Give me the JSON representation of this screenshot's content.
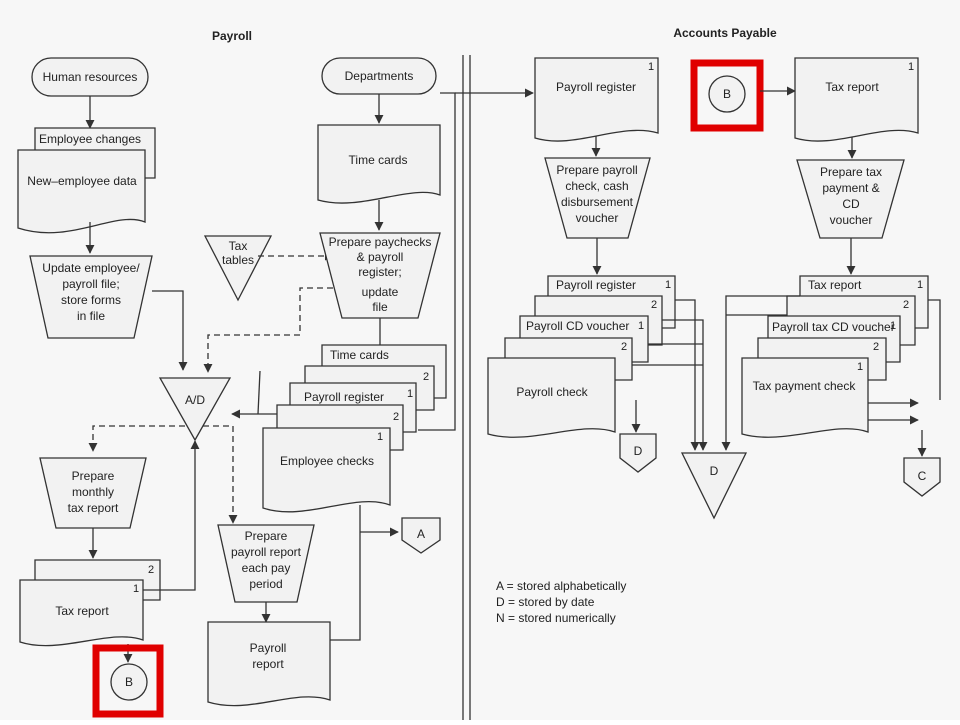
{
  "headers": {
    "payroll": "Payroll",
    "accounts_payable": "Accounts Payable"
  },
  "payroll": {
    "human_resources": "Human resources",
    "departments": "Departments",
    "employee_changes": "Employee changes",
    "new_employee_data": "New–employee data",
    "update_file": [
      "Update employee/",
      "payroll file;",
      "store forms",
      "in file"
    ],
    "tax_tables": [
      "Tax",
      "tables"
    ],
    "time_cards_input": "Time cards",
    "prepare_paychecks": [
      "Prepare paychecks",
      "& payroll",
      "register;",
      "update",
      "file"
    ],
    "ad_file": "A/D",
    "output_stack": [
      {
        "label": "Time cards",
        "num": "2"
      },
      {
        "label": "Payroll register",
        "num": "1"
      },
      {
        "label": "",
        "num": "2"
      },
      {
        "label": "Employee checks",
        "num": "1"
      }
    ],
    "prepare_monthly_tax": [
      "Prepare",
      "monthly",
      "tax report"
    ],
    "tax_report": {
      "label": "Tax report",
      "num_front": "1",
      "num_back": "2"
    },
    "connector_b": "B",
    "prepare_payroll_report": [
      "Prepare",
      "payroll report",
      "each pay",
      "period"
    ],
    "payroll_report": [
      "Payroll",
      "report"
    ],
    "file_a": "A"
  },
  "accounts_payable": {
    "payroll_register": {
      "label": "Payroll register",
      "num": "1"
    },
    "prepare_payroll_check": [
      "Prepare payroll",
      "check, cash",
      "disbursement",
      "voucher"
    ],
    "payroll_stack": [
      {
        "label": "Payroll register",
        "num": "1"
      },
      {
        "label": "",
        "num": "2"
      },
      {
        "label": "Payroll CD voucher",
        "num": "1"
      },
      {
        "label": "",
        "num": "2"
      },
      {
        "label": "Payroll check",
        "num": ""
      }
    ],
    "connector_b": "B",
    "tax_report": {
      "label": "Tax report",
      "num": "1"
    },
    "prepare_tax_payment": [
      "Prepare tax",
      "payment &",
      "CD",
      "voucher"
    ],
    "tax_stack": [
      {
        "label": "Tax report",
        "num": "1"
      },
      {
        "label": "",
        "num": "2"
      },
      {
        "label": "Payroll tax CD voucher",
        "num": "1"
      },
      {
        "label": "",
        "num": "2"
      },
      {
        "label": "Tax payment check",
        "num": "1"
      }
    ],
    "file_d_small": "D",
    "file_d_large": "D",
    "file_c": "C"
  },
  "legend": [
    "A = stored alphabetically",
    "D = stored by date",
    "N = stored numerically"
  ],
  "highlight_color": "#e00000"
}
